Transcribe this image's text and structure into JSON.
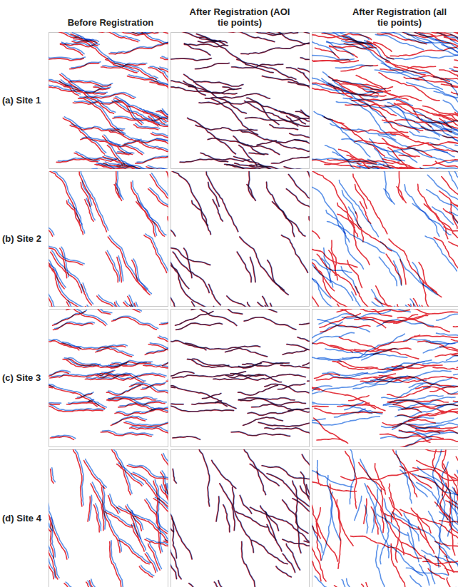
{
  "diagram": {
    "labels": [
      "Before Registration",
      "After Registration (AOI tie points)",
      "After Registration (all tie points)",
      "(a) Site 1",
      "(b) Site 2",
      "(c) Site 3",
      "(d) Site 4"
    ]
  }
}
